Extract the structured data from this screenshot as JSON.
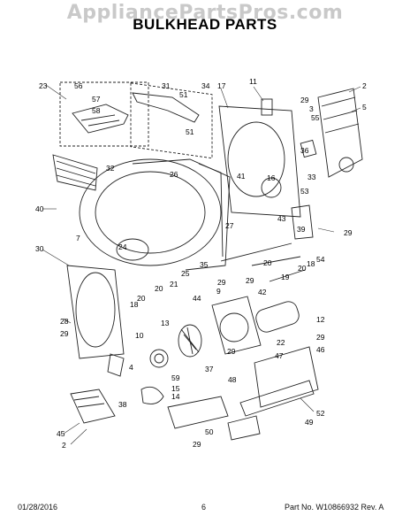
{
  "watermark": "AppliancePartsPros.com",
  "title": "BULKHEAD PARTS",
  "footer": {
    "date": "01/28/2016",
    "page": "6",
    "part_no": "Part No. W10866932  Rev. A"
  },
  "callouts": [
    "23",
    "56",
    "57",
    "58",
    "31",
    "51",
    "34",
    "51",
    "17",
    "11",
    "29",
    "3",
    "55",
    "2",
    "5",
    "32",
    "26",
    "41",
    "36",
    "33",
    "16",
    "40",
    "27",
    "43",
    "53",
    "39",
    "29",
    "7",
    "24",
    "30",
    "35",
    "20",
    "54",
    "18",
    "20",
    "19",
    "25",
    "21",
    "20",
    "29",
    "42",
    "28",
    "18",
    "20",
    "9",
    "44",
    "29",
    "12",
    "29",
    "13",
    "10",
    "22",
    "29",
    "46",
    "4",
    "37",
    "47",
    "29",
    "59",
    "48",
    "15",
    "14",
    "38",
    "52",
    "49",
    "45",
    "50",
    "2",
    "29"
  ]
}
